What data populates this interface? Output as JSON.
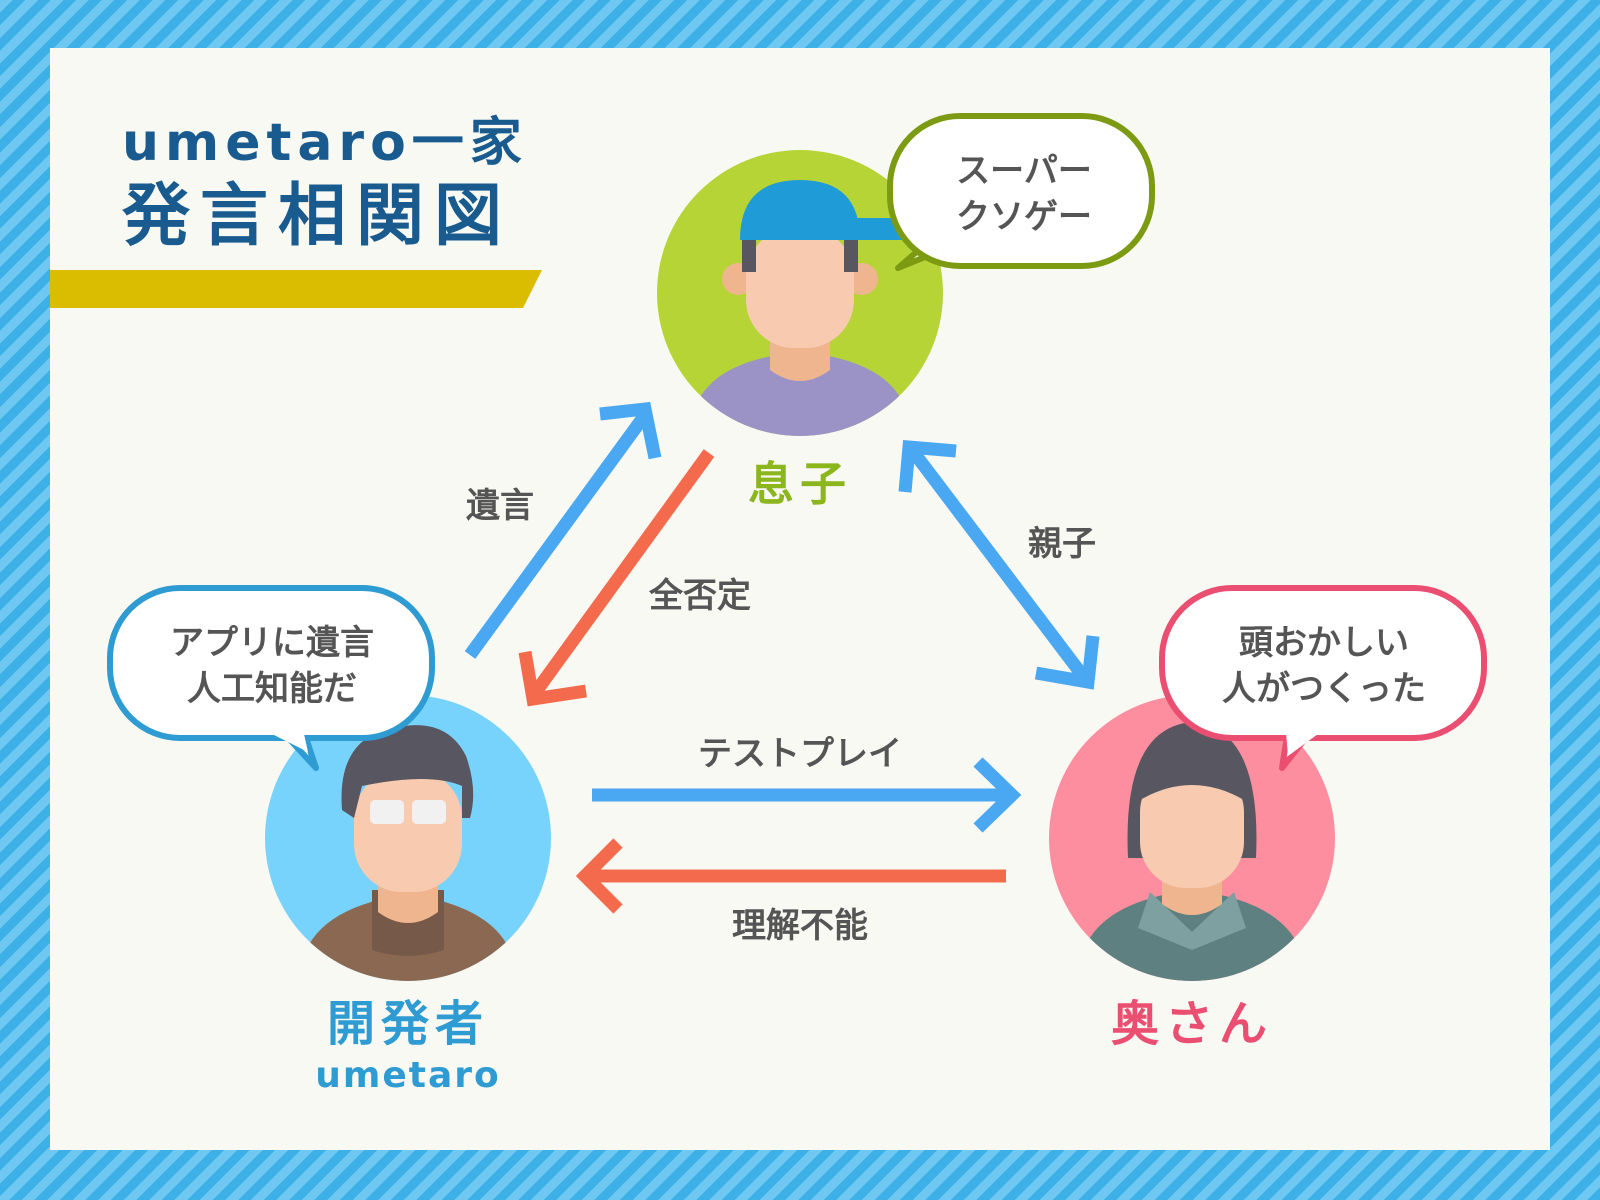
{
  "title": {
    "line1": "umetaro一家",
    "line2": "発言相関図"
  },
  "colors": {
    "navy": "#1a5b8f",
    "gold": "#dabd00",
    "blue_arrow": "#4aa8f2",
    "red_arrow": "#f46a4c",
    "son": "#8bb61e",
    "developer": "#2e9bd2",
    "wife": "#ea4f72",
    "gray_text": "#555555"
  },
  "people": {
    "son": {
      "name": "息子",
      "bubble": [
        "スーパー",
        "クソゲー"
      ]
    },
    "developer": {
      "name": "開発者",
      "subname": "umetaro",
      "bubble": [
        "アプリに遺言",
        "人工知能だ"
      ]
    },
    "wife": {
      "name": "奥さん",
      "bubble": [
        "頭おかしい",
        "人がつくった"
      ]
    }
  },
  "relations": {
    "developer_to_son": "遺言",
    "son_to_developer": "全否定",
    "son_wife": "親子",
    "developer_to_wife": "テストプレイ",
    "wife_to_developer": "理解不能"
  },
  "icons": [
    "son-avatar-icon",
    "developer-avatar-icon",
    "wife-avatar-icon",
    "arrow-icon"
  ]
}
